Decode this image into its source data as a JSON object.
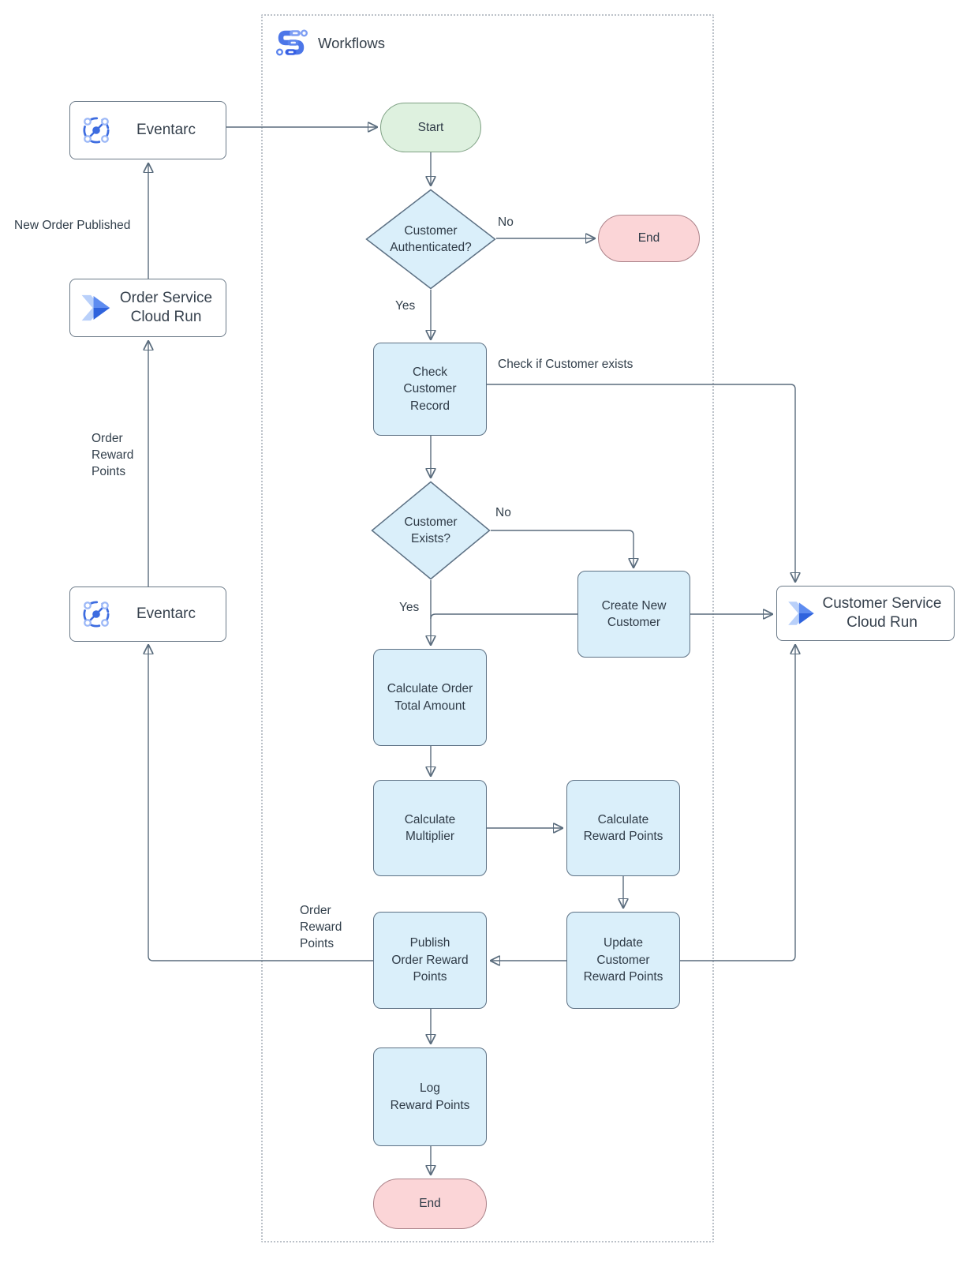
{
  "app": {
    "title": "Workflows"
  },
  "nodes": {
    "eventarc_top": {
      "label": "Eventarc"
    },
    "order_service_cloud_run": {
      "label": "Order Service\nCloud Run"
    },
    "eventarc_bottom": {
      "label": "Eventarc"
    },
    "customer_service_cloud_run": {
      "label": "Customer Service\nCloud Run"
    },
    "start": {
      "label": "Start"
    },
    "customer_authenticated": {
      "label": "Customer\nAuthenticated?"
    },
    "end_top": {
      "label": "End"
    },
    "check_customer_record": {
      "label": "Check\nCustomer\nRecord"
    },
    "customer_exists": {
      "label": "Customer\nExists?"
    },
    "create_new_customer": {
      "label": "Create New\nCustomer"
    },
    "calculate_order_total": {
      "label": "Calculate Order\nTotal Amount"
    },
    "calculate_multiplier": {
      "label": "Calculate\nMultiplier"
    },
    "calculate_reward_points": {
      "label": "Calculate\nReward Points"
    },
    "update_customer_reward_points": {
      "label": "Update\nCustomer\nReward Points"
    },
    "publish_order_reward_points": {
      "label": "Publish\nOrder Reward\nPoints"
    },
    "log_reward_points": {
      "label": "Log\nReward Points"
    },
    "end_bottom": {
      "label": "End"
    }
  },
  "edge_labels": {
    "no_authenticated": "No",
    "yes_authenticated": "Yes",
    "check_if_customer_exists": "Check if Customer exists",
    "no_exists": "No",
    "yes_exists": "Yes",
    "new_order_published": "New Order Published",
    "order_reward_points_left": "Order\nReward\nPoints",
    "order_reward_points_bottom": "Order\nReward\nPoints"
  },
  "icons": {
    "workflows": "workflows-icon",
    "eventarc": "eventarc-icon",
    "cloud_run": "cloud-run-icon"
  },
  "colors": {
    "process_fill": "#daeffa",
    "process_stroke": "#5d7184",
    "start_fill": "#def1df",
    "end_fill": "#fbd5d7",
    "service_fill": "#ffffff",
    "connector": "#5a6c7d",
    "text": "#2f3b47",
    "brand_blue": "#4285f4",
    "brand_blue_light": "#a8c6f8"
  }
}
